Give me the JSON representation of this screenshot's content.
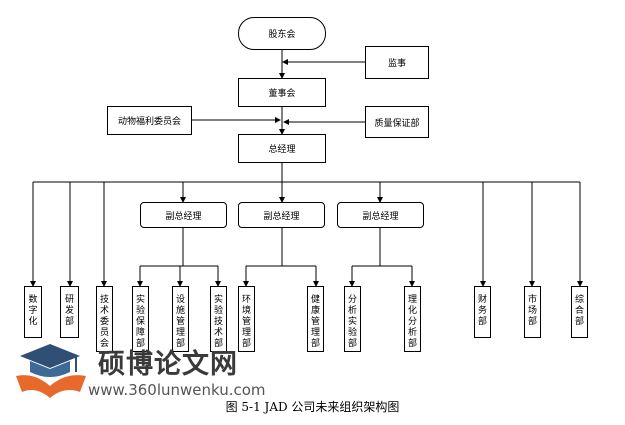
{
  "chart": {
    "nodes": [
      {
        "id": "shareholders",
        "label": "股东会"
      },
      {
        "id": "supervisors",
        "label": "监事"
      },
      {
        "id": "board",
        "label": "董事会"
      },
      {
        "id": "welfare_committee",
        "label": "动物福利委员会"
      },
      {
        "id": "quality_dept",
        "label": "质量保证部"
      },
      {
        "id": "gm",
        "label": "总经理"
      },
      {
        "id": "vp1",
        "label": "副总经理"
      },
      {
        "id": "vp2",
        "label": "副总经理"
      },
      {
        "id": "vp3",
        "label": "副总经理"
      },
      {
        "id": "digital",
        "label": "数字化"
      },
      {
        "id": "rnd",
        "label": "研发部"
      },
      {
        "id": "tech_committee",
        "label": "技术委员会"
      },
      {
        "id": "lab_support",
        "label": "实验保障部"
      },
      {
        "id": "facility_mgmt",
        "label": "设施管理部"
      },
      {
        "id": "lab_tech",
        "label": "实验技术部"
      },
      {
        "id": "env_mgmt",
        "label": "环境管理部"
      },
      {
        "id": "health_mgmt",
        "label": "健康管理部"
      },
      {
        "id": "analysis_lab",
        "label": "分析实验部"
      },
      {
        "id": "physchem",
        "label": "理化分析部"
      },
      {
        "id": "finance",
        "label": "财务部"
      },
      {
        "id": "market",
        "label": "市场部"
      },
      {
        "id": "general",
        "label": "综合部"
      }
    ],
    "edges": [
      [
        "shareholders",
        "board"
      ],
      [
        "supervisors",
        "board"
      ],
      [
        "board",
        "gm"
      ],
      [
        "welfare_committee",
        "gm"
      ],
      [
        "quality_dept",
        "gm"
      ],
      [
        "gm",
        "vp1"
      ],
      [
        "gm",
        "vp2"
      ],
      [
        "gm",
        "vp3"
      ],
      [
        "gm",
        "digital"
      ],
      [
        "gm",
        "rnd"
      ],
      [
        "gm",
        "tech_committee"
      ],
      [
        "gm",
        "finance"
      ],
      [
        "gm",
        "market"
      ],
      [
        "gm",
        "general"
      ],
      [
        "vp1",
        "lab_support"
      ],
      [
        "vp1",
        "facility_mgmt"
      ],
      [
        "vp1",
        "lab_tech"
      ],
      [
        "vp2",
        "env_mgmt"
      ],
      [
        "vp2",
        "health_mgmt"
      ],
      [
        "vp3",
        "analysis_lab"
      ],
      [
        "vp3",
        "physchem"
      ]
    ]
  },
  "caption": "图 5-1  JAD 公司未来组织架构图",
  "watermark": {
    "text": "硕博论文网",
    "url": "www.360lunwenku.com"
  }
}
